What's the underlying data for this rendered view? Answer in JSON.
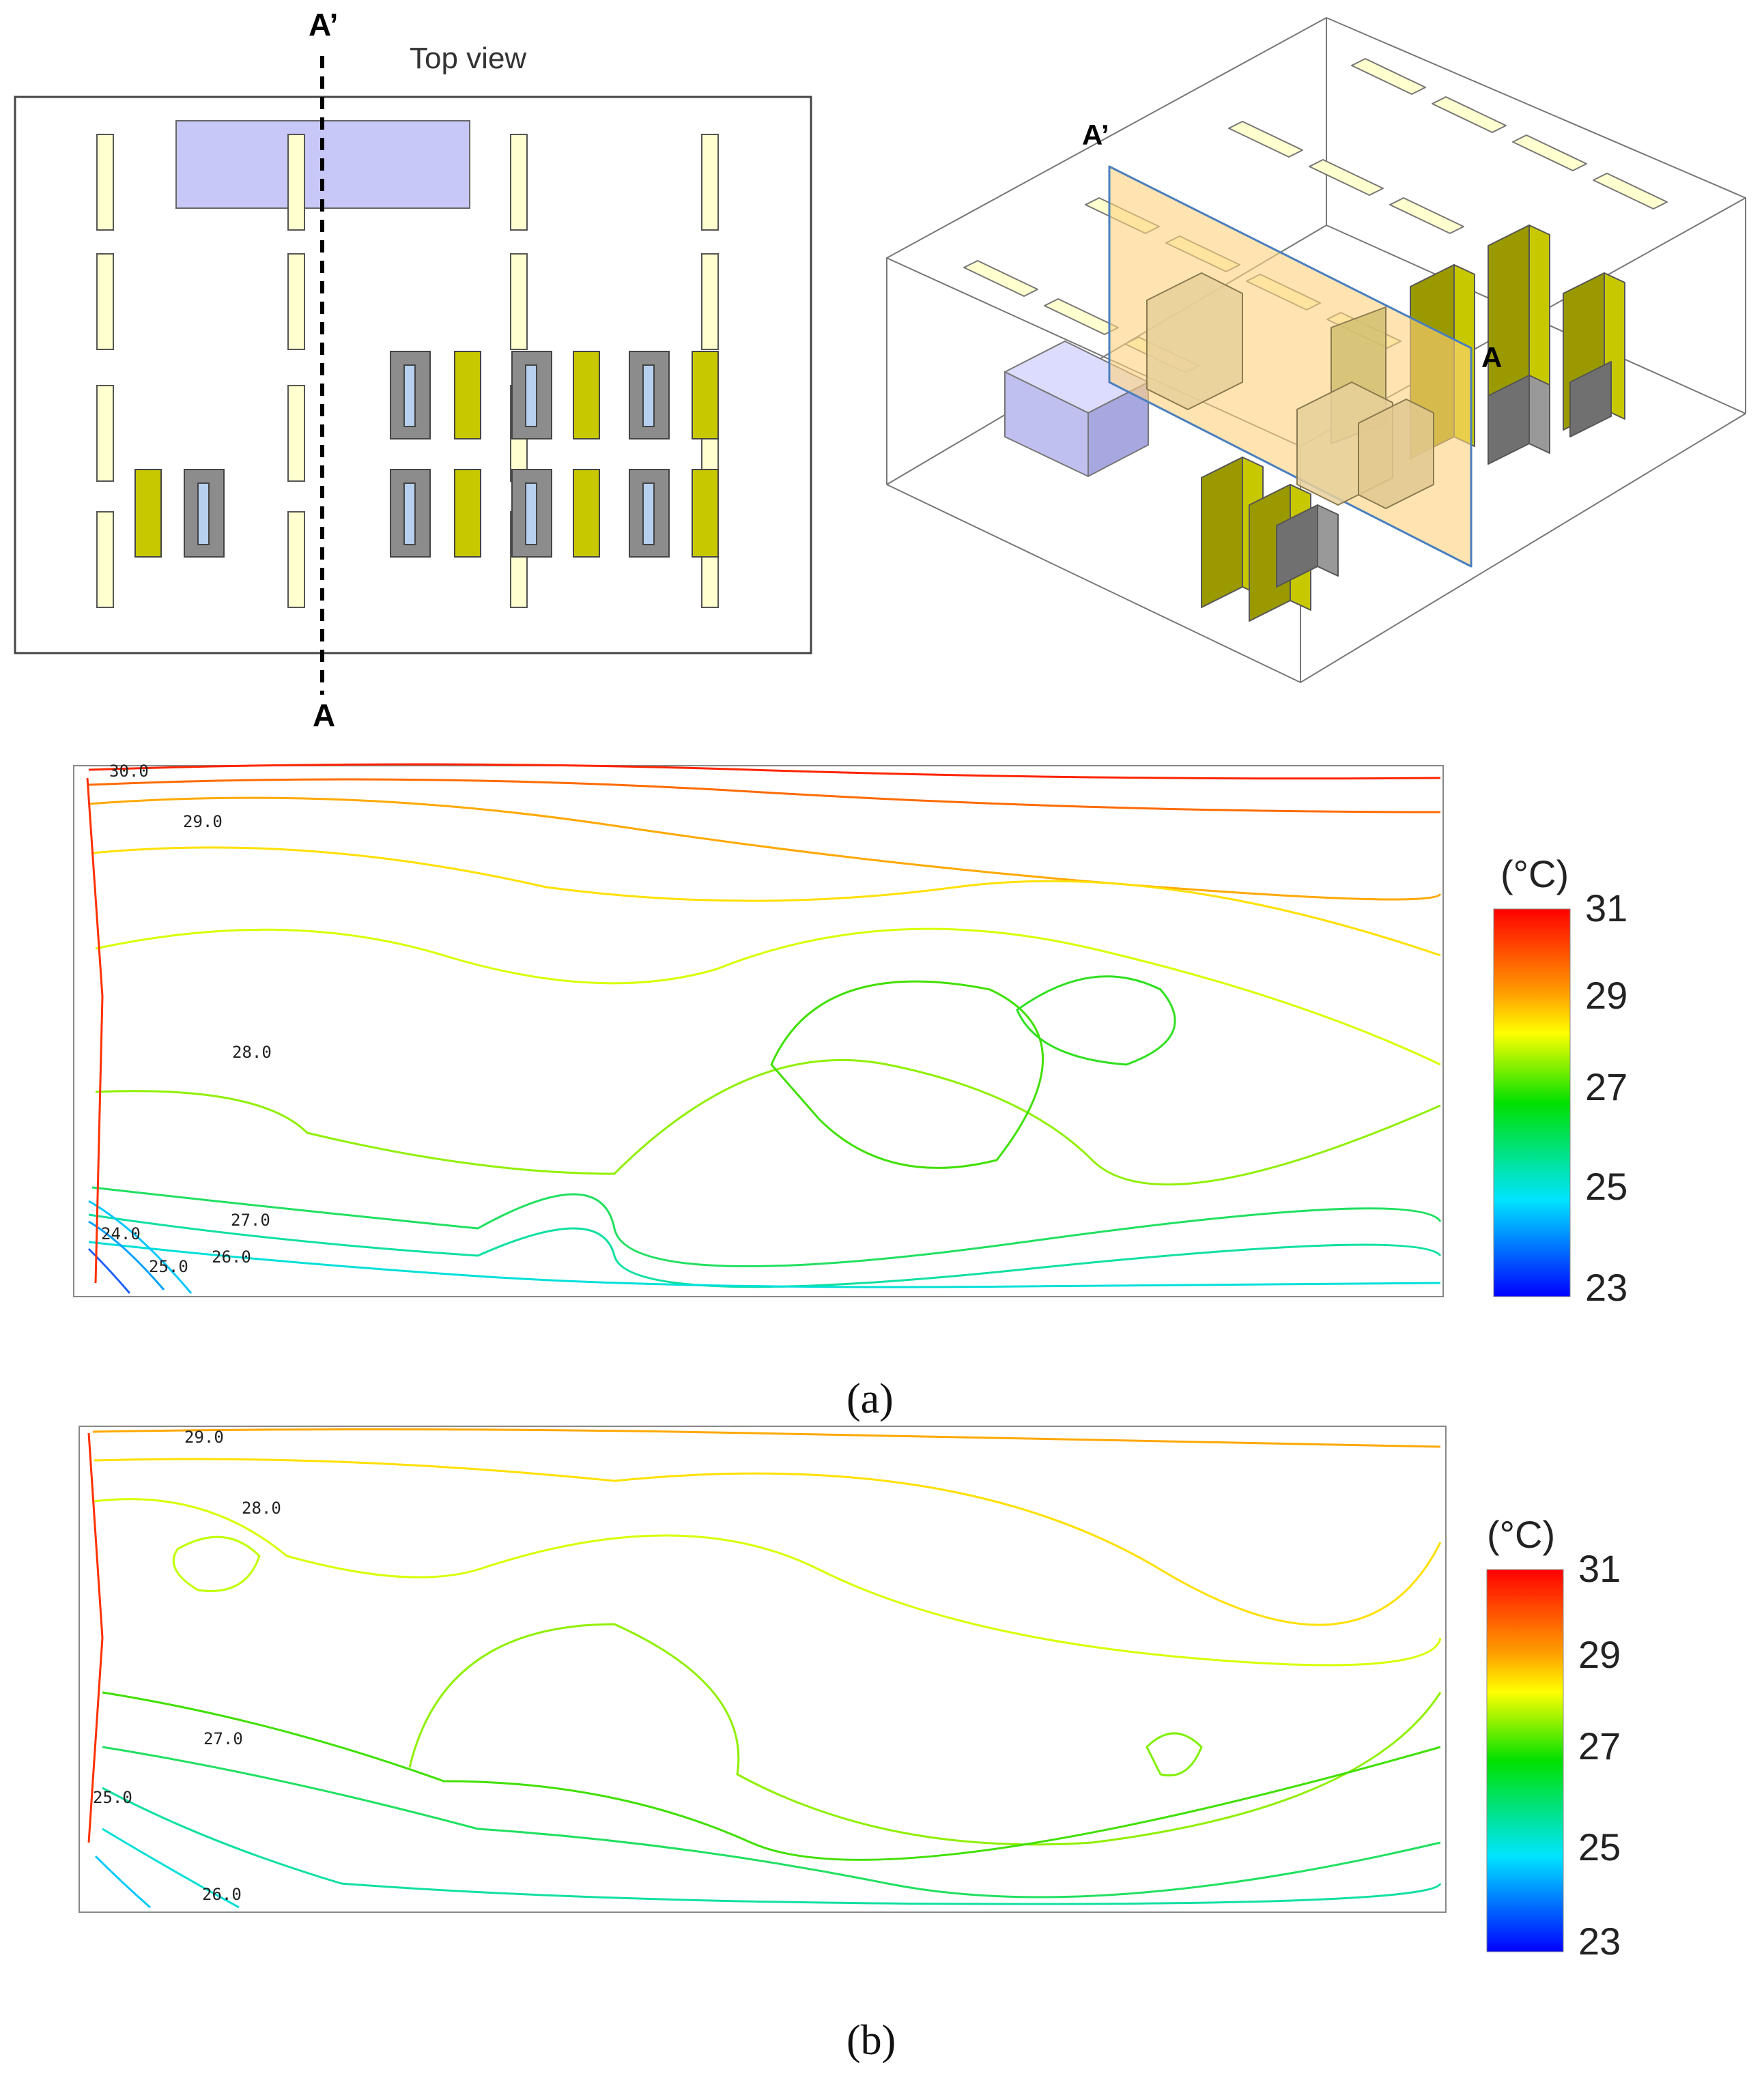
{
  "top_view": {
    "title": "Top view",
    "section_top_label": "A’",
    "section_bottom_label": "A"
  },
  "iso_view": {
    "label_a_prime": "A’",
    "label_a": "A"
  },
  "panels": [
    {
      "caption": "(a)",
      "unit": "(°C)",
      "colorbar_ticks": [
        "31",
        "29",
        "27",
        "25",
        "23"
      ],
      "contour_labels": [
        "30.0",
        "29.0",
        "28.0",
        "27.0",
        "24.0",
        "25.0",
        "26.0"
      ]
    },
    {
      "caption": "(b)",
      "unit": "(°C)",
      "colorbar_ticks": [
        "31",
        "29",
        "27",
        "25",
        "23"
      ],
      "contour_labels": [
        "29.0",
        "28.0",
        "27.0",
        "25.0",
        "26.0"
      ]
    }
  ],
  "colors": {
    "cold": "#0000ff",
    "cool": "#00e5ff",
    "mid": "#00e000",
    "warm": "#ffff00",
    "hot": "#ff0000",
    "fixture": "#ffffd0",
    "cabinet_yellow": "#c8c800",
    "cabinet_grey": "#8c8c8c",
    "ac_unit": "#c8c8f8",
    "section_plane": "#ffd27f"
  }
}
